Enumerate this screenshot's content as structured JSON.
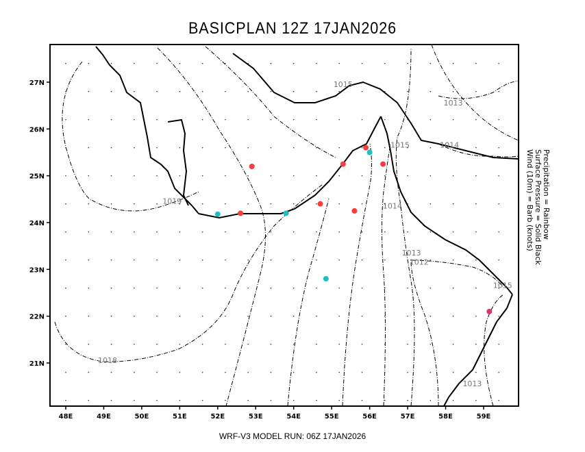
{
  "title": "BASICPLAN 12Z 17JAN2026",
  "footer": "WRF-V3 MODEL RUN: 06Z 17JAN2026",
  "legend": [
    "Precipitation = Rainbow",
    "Surface Pressure = Solid Black",
    "Wind (10m) = Barb (knots)"
  ],
  "map": {
    "lon_range": [
      47.6,
      59.9
    ],
    "lat_range": [
      20.0,
      27.8
    ],
    "lon_ticks": [
      48,
      49,
      50,
      51,
      52,
      53,
      54,
      55,
      56,
      57,
      58,
      59
    ],
    "lon_tick_labels": [
      "48E",
      "49E",
      "50E",
      "51E",
      "52E",
      "53E",
      "54E",
      "55E",
      "56E",
      "57E",
      "58E",
      "59E"
    ],
    "lat_ticks": [
      27,
      26,
      25,
      24,
      23,
      22,
      21
    ],
    "lat_tick_labels": [
      "27N",
      "26N",
      "25N",
      "24N",
      "23N",
      "22N",
      "21N"
    ],
    "contour_labels": [
      {
        "text": "1015",
        "lon": 55.3,
        "lat": 26.9
      },
      {
        "text": "1013",
        "lon": 58.2,
        "lat": 26.5
      },
      {
        "text": "1015",
        "lon": 56.8,
        "lat": 25.6
      },
      {
        "text": "1014",
        "lon": 58.1,
        "lat": 25.6
      },
      {
        "text": "1019",
        "lon": 50.8,
        "lat": 24.4
      },
      {
        "text": "1014",
        "lon": 56.6,
        "lat": 24.3
      },
      {
        "text": "1013",
        "lon": 57.1,
        "lat": 23.3
      },
      {
        "text": "1012",
        "lon": 57.3,
        "lat": 23.1
      },
      {
        "text": "1015",
        "lon": 59.5,
        "lat": 22.6
      },
      {
        "text": "1018",
        "lon": 49.1,
        "lat": 21.0
      },
      {
        "text": "1013",
        "lon": 58.7,
        "lat": 20.5
      }
    ],
    "precip_points": [
      {
        "lon": 52.9,
        "lat": 25.2,
        "color": "#f04040"
      },
      {
        "lon": 55.3,
        "lat": 25.25,
        "color": "#f04040"
      },
      {
        "lon": 55.9,
        "lat": 25.6,
        "color": "#f04040"
      },
      {
        "lon": 56.0,
        "lat": 25.5,
        "color": "#20c0c0"
      },
      {
        "lon": 56.35,
        "lat": 25.25,
        "color": "#f04040"
      },
      {
        "lon": 54.7,
        "lat": 24.4,
        "color": "#f04040"
      },
      {
        "lon": 55.6,
        "lat": 24.25,
        "color": "#f04040"
      },
      {
        "lon": 52.6,
        "lat": 24.2,
        "color": "#f04040"
      },
      {
        "lon": 52.0,
        "lat": 24.18,
        "color": "#20c0c0"
      },
      {
        "lon": 53.8,
        "lat": 24.2,
        "color": "#20c0c0"
      },
      {
        "lon": 54.85,
        "lat": 22.8,
        "color": "#20c0c0"
      },
      {
        "lon": 59.15,
        "lat": 22.1,
        "color": "#e03070"
      }
    ]
  }
}
